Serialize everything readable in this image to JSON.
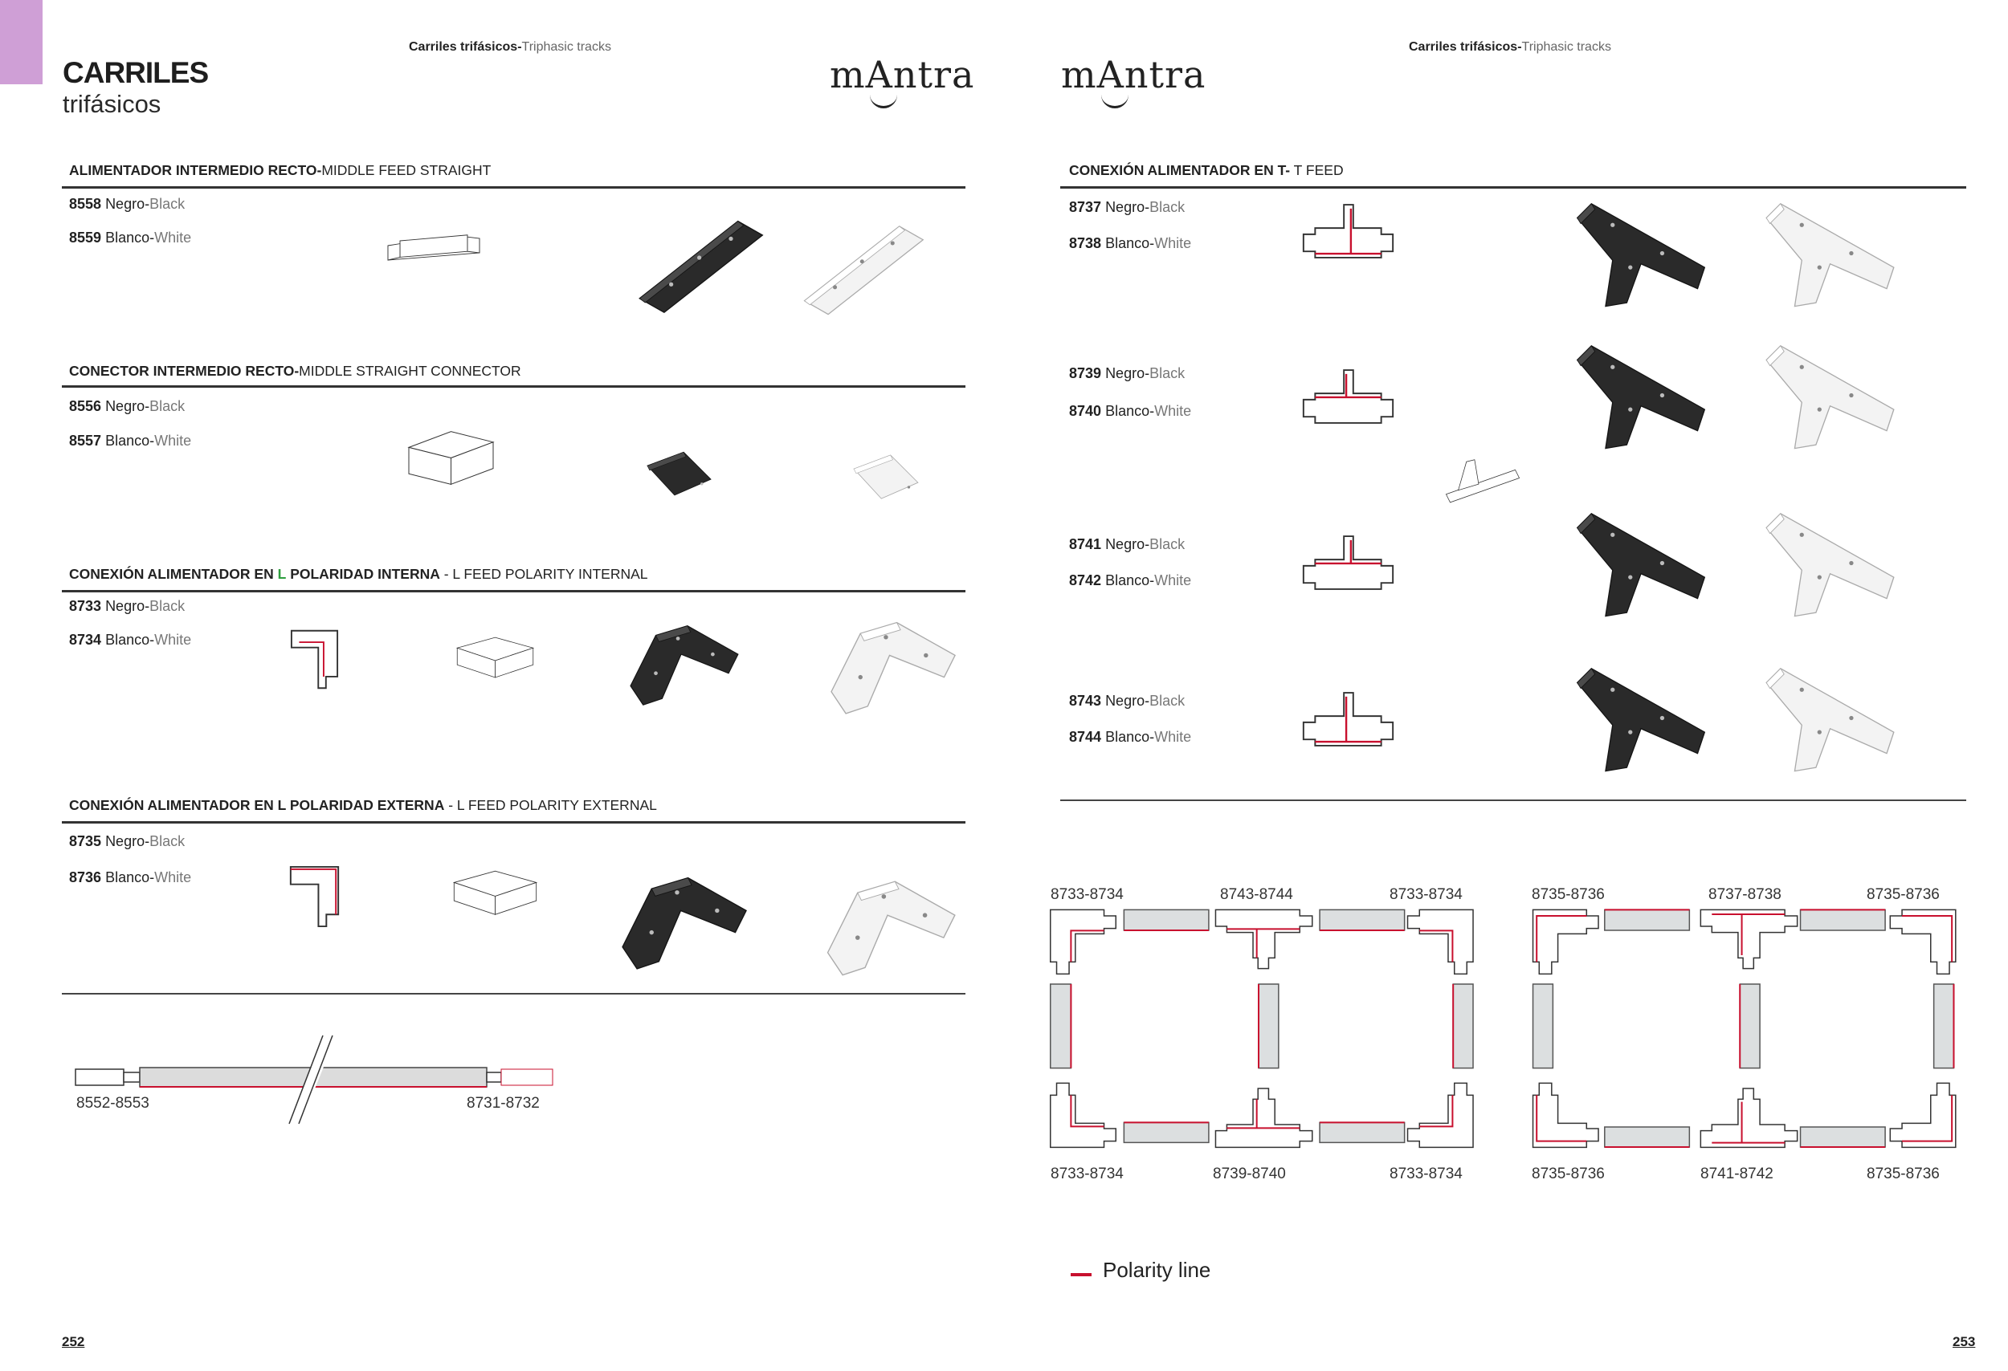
{
  "header": {
    "category_bold": "Carriles trifásicos",
    "category_light": "Triphasic tracks",
    "title_line1": "CARRILES",
    "title_line2": "trifásicos",
    "brand_logo": "mAntra",
    "separator": "-"
  },
  "left_page": {
    "page_number": "252",
    "sections": [
      {
        "title_bold": "ALIMENTADOR INTERMEDIO RECTO",
        "title_light": "MIDDLE FEED STRAIGHT",
        "items": [
          {
            "code": "8558",
            "es": "Negro",
            "en": "Black"
          },
          {
            "code": "8559",
            "es": "Blanco",
            "en": "White"
          }
        ]
      },
      {
        "title_bold": "CONECTOR INTERMEDIO RECTO",
        "title_light": "MIDDLE STRAIGHT CONNECTOR",
        "items": [
          {
            "code": "8556",
            "es": "Negro",
            "en": "Black"
          },
          {
            "code": "8557",
            "es": "Blanco",
            "en": "White"
          }
        ]
      },
      {
        "title_bold": "CONEXIÓN ALIMENTADOR EN",
        "title_accent": "L",
        "title_bold2": "POLARIDAD INTERNA",
        "title_light": " - L FEED POLARITY INTERNAL",
        "items": [
          {
            "code": "8733",
            "es": "Negro",
            "en": "Black"
          },
          {
            "code": "8734",
            "es": "Blanco",
            "en": "White"
          }
        ]
      },
      {
        "title_bold": "CONEXIÓN ALIMENTADOR EN L POLARIDAD EXTERNA",
        "title_light": " - L FEED POLARITY EXTERNAL",
        "items": [
          {
            "code": "8735",
            "es": "Negro",
            "en": "Black"
          },
          {
            "code": "8736",
            "es": "Blanco",
            "en": "White"
          }
        ]
      }
    ],
    "track_diagram": {
      "left_label": "8552-8553",
      "right_label": "8731-8732"
    }
  },
  "right_page": {
    "page_number": "253",
    "section": {
      "title_bold": "CONEXIÓN ALIMENTADOR EN T-",
      "title_light": " T FEED"
    },
    "items": [
      {
        "code": "8737",
        "es": "Negro",
        "en": "Black"
      },
      {
        "code": "8738",
        "es": "Blanco",
        "en": "White"
      },
      {
        "code": "8739",
        "es": "Negro",
        "en": "Black"
      },
      {
        "code": "8740",
        "es": "Blanco",
        "en": "White"
      },
      {
        "code": "8741",
        "es": "Negro",
        "en": "Black"
      },
      {
        "code": "8742",
        "es": "Blanco",
        "en": "White"
      },
      {
        "code": "8743",
        "es": "Negro",
        "en": "Black"
      },
      {
        "code": "8744",
        "es": "Blanco",
        "en": "White"
      }
    ],
    "layout_diagrams": {
      "internal": {
        "top": [
          "8733-8734",
          "8743-8744",
          "8733-8734"
        ],
        "bottom": [
          "8733-8734",
          "8739-8740",
          "8733-8734"
        ]
      },
      "external": {
        "top": [
          "8735-8736",
          "8737-8738",
          "8735-8736"
        ],
        "bottom": [
          "8735-8736",
          "8741-8742",
          "8735-8736"
        ]
      }
    },
    "legend": {
      "label": "Polarity line",
      "color": "#c8102e"
    }
  },
  "colors": {
    "accent_tab": "#cf9fd6",
    "polarity": "#c8102e",
    "accent_green": "#2e9e3e"
  }
}
